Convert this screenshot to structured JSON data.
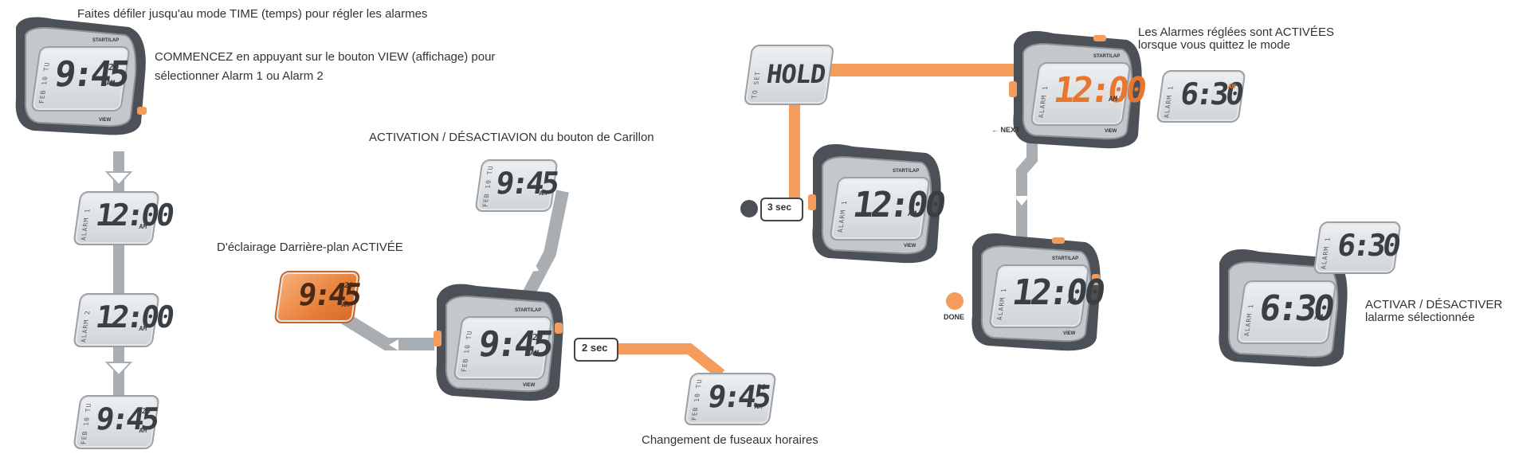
{
  "captions": {
    "scroll_time": "Faites défiler jusqu'au mode TIME (temps) pour régler les alarmes",
    "start_view_1": "COMMENCEZ en appuyant sur le bouton VIEW (affichage) pour",
    "start_view_2": "sélectionner Alarm 1 ou Alarm 2",
    "chime": "ACTIVATION / DÉSACTIAVION du bouton de Carillon",
    "backlight": "D'éclairage Darrière-plan ACTIVÉE",
    "timezone": "Changement de fuseaux horaires",
    "alarms_active_1": "Les Alarmes réglées sont ACTIVÉES",
    "alarms_active_2": "lorsque vous quittez le mode",
    "toggle_1": "ACTIVAR / DÉSACTIVER",
    "toggle_2": "lalarme sélectionnée"
  },
  "labels": {
    "two_sec": "2 sec",
    "three_sec": "3 sec",
    "next": "← NEXT",
    "done": "DONE",
    "hold": "HOLD",
    "to_set": "TO SET"
  },
  "displays": {
    "time_945": "9:45",
    "time_1200": "12:00",
    "time_630": "6:30",
    "seconds_20": "20",
    "am": "AM",
    "alarm1": "ALARM 1",
    "alarm2": "ALARM 2",
    "feb_date": "FEB 10 TU",
    "start_lap": "START/LAP",
    "view": "VIEW"
  },
  "colors": {
    "orange": "#f39c5c",
    "gray_path": "#a9aeb3",
    "watch_dark": "#4b5157",
    "lcd": "#dde1e4"
  }
}
